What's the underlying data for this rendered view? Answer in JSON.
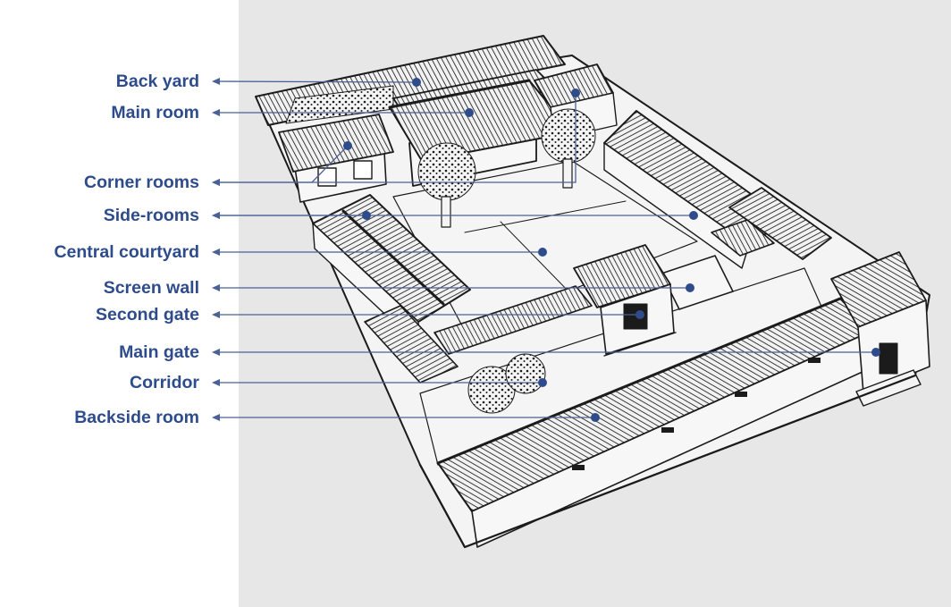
{
  "diagram": {
    "colors": {
      "label": "#2e4c8c",
      "leader": "#4a6196",
      "marker": "#2e4c8c",
      "panel": "#e7e7e8",
      "ink": "#1b1b1b"
    },
    "labels": [
      {
        "id": "back-yard",
        "text": "Back yard"
      },
      {
        "id": "main-room",
        "text": "Main room"
      },
      {
        "id": "corner-rooms",
        "text": "Corner rooms"
      },
      {
        "id": "side-rooms",
        "text": "Side-rooms"
      },
      {
        "id": "central-courtyard",
        "text": "Central courtyard"
      },
      {
        "id": "screen-wall",
        "text": "Screen wall"
      },
      {
        "id": "second-gate",
        "text": "Second gate"
      },
      {
        "id": "main-gate",
        "text": "Main gate"
      },
      {
        "id": "corridor",
        "text": "Corridor"
      },
      {
        "id": "backside-room",
        "text": "Backside room"
      }
    ]
  }
}
